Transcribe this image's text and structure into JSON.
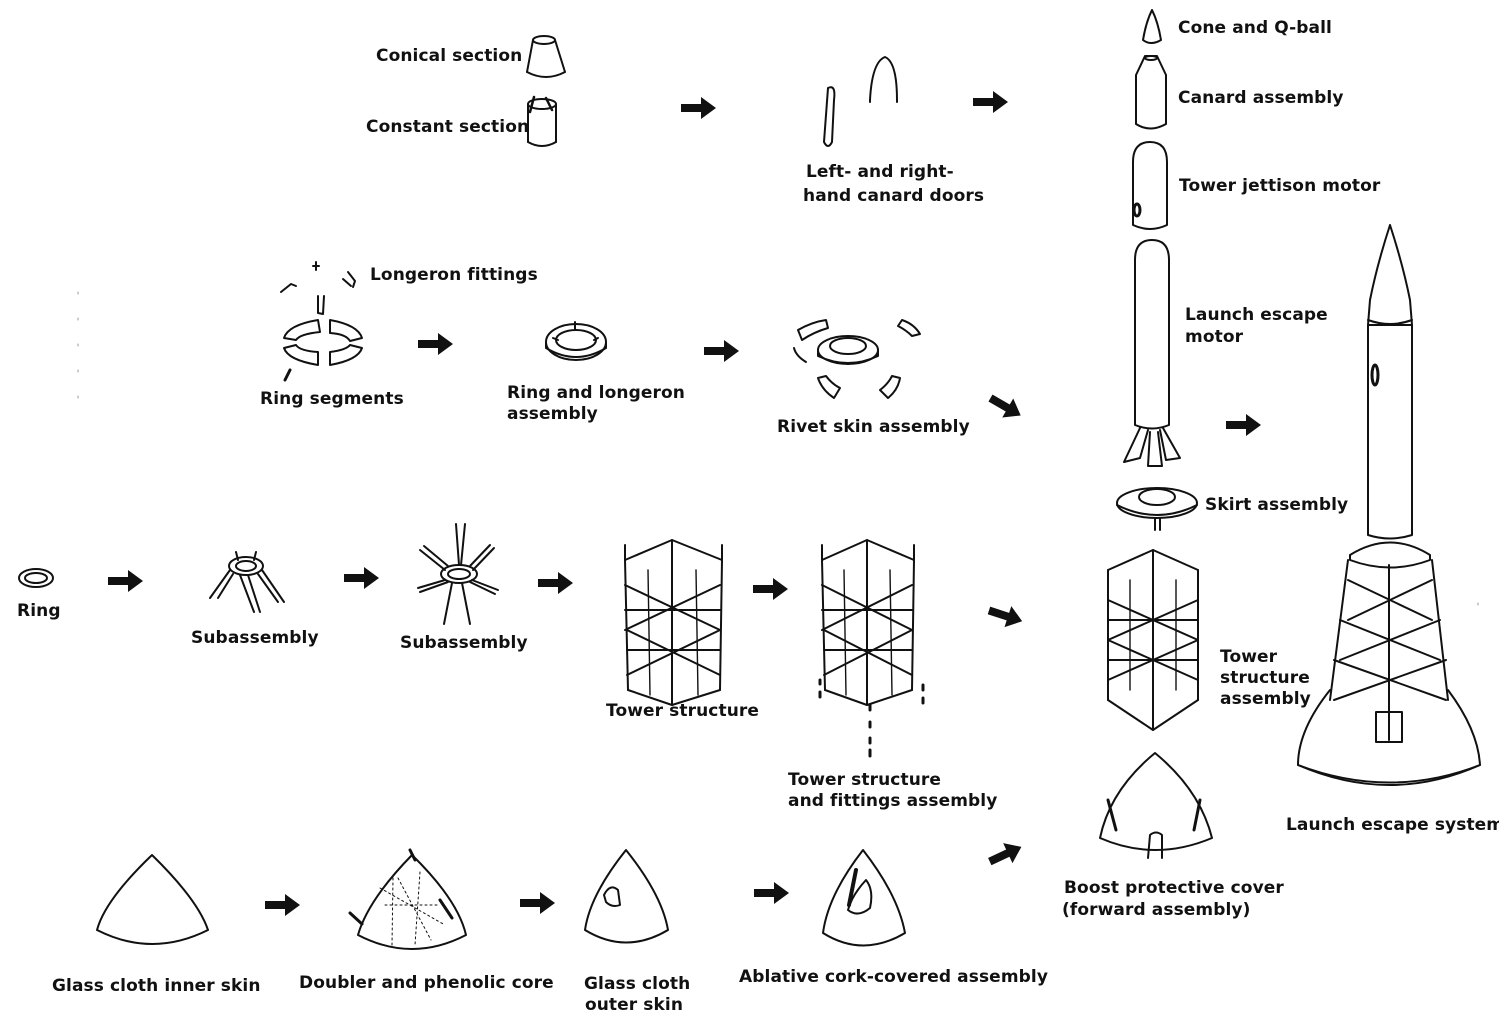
{
  "labels": {
    "conical_section": "Conical section",
    "constant_section": "Constant section",
    "canard_doors_1": "Left- and right-",
    "canard_doors_2": "hand canard doors",
    "cone_qball": "Cone and Q-ball",
    "canard_assembly": "Canard assembly",
    "tower_jettison_motor": "Tower jettison motor",
    "launch_escape_motor_1": "Launch escape",
    "launch_escape_motor_2": "motor",
    "longeron_fittings": "Longeron fittings",
    "ring_segments": "Ring segments",
    "ring_longeron_1": "Ring and longeron",
    "ring_longeron_2": "assembly",
    "rivet_skin": "Rivet skin assembly",
    "skirt_assembly": "Skirt assembly",
    "ring": "Ring",
    "subassembly_1": "Subassembly",
    "subassembly_2": "Subassembly",
    "tower_structure": "Tower structure",
    "tower_fittings_1": "Tower structure",
    "tower_fittings_2": "and fittings assembly",
    "tower_structure_assembly_1": "Tower",
    "tower_structure_assembly_2": "structure",
    "tower_structure_assembly_3": "assembly",
    "launch_escape_system": "Launch escape system",
    "glass_inner": "Glass cloth inner skin",
    "doubler_core": "Doubler and phenolic core",
    "glass_outer_1": "Glass cloth",
    "glass_outer_2": "outer skin",
    "ablative": "Ablative cork-covered assembly",
    "boost_cover_1": "Boost protective cover",
    "boost_cover_2": "(forward assembly)"
  }
}
